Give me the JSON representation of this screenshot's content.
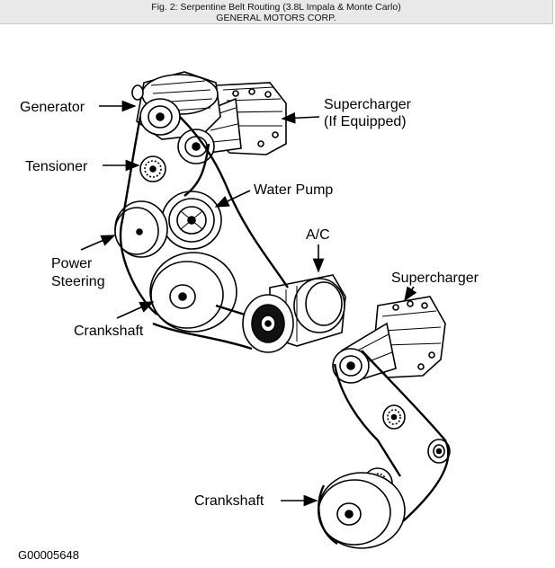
{
  "header": {
    "title": "Fig. 2: Serpentine Belt Routing (3.8L Impala & Monte Carlo)",
    "subtitle": "GENERAL MOTORS CORP."
  },
  "diagram": {
    "labels": {
      "generator": "Generator",
      "supercharger_opt_line1": "Supercharger",
      "supercharger_opt_line2": "(If Equipped)",
      "tensioner": "Tensioner",
      "water_pump": "Water Pump",
      "ac": "A/C",
      "power_steering_line1": "Power",
      "power_steering_line2": "Steering",
      "crankshaft_top": "Crankshaft",
      "supercharger": "Supercharger",
      "crankshaft_bottom": "Crankshaft"
    },
    "figure_code": "G00005648"
  }
}
